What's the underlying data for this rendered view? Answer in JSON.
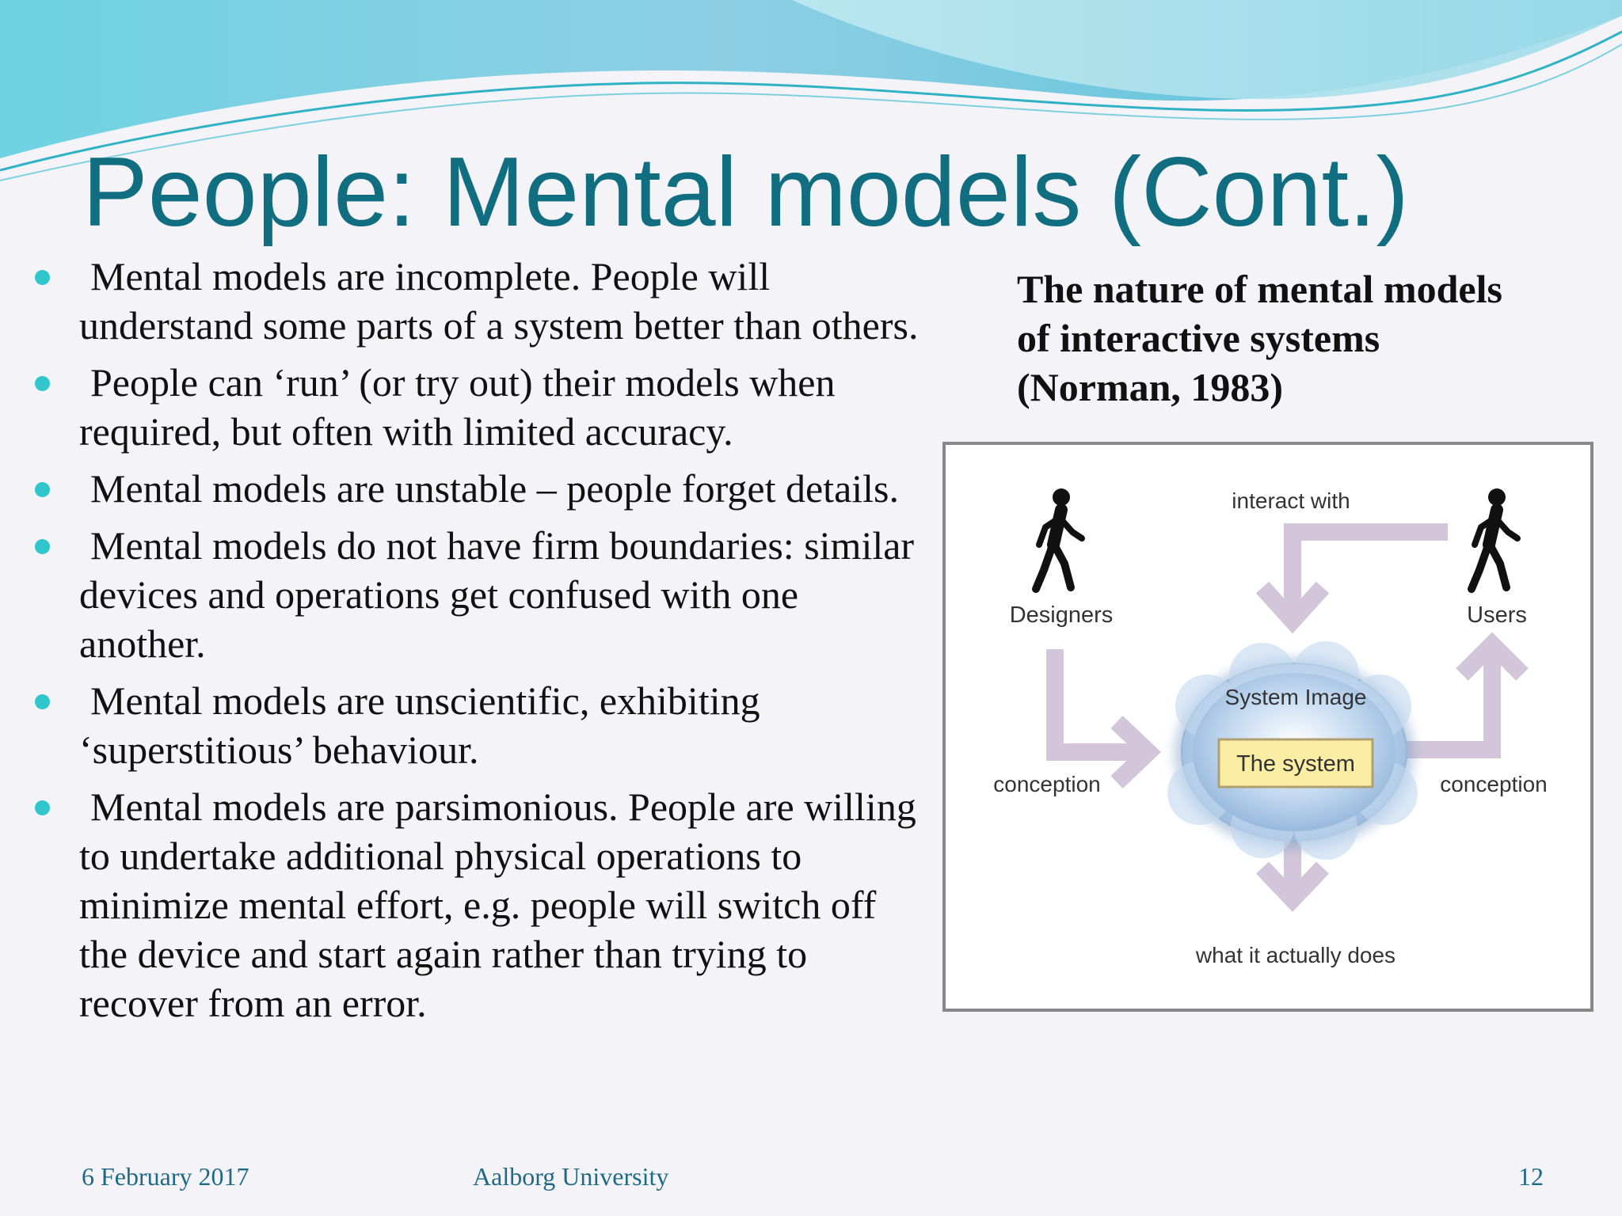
{
  "slide": {
    "title": "People: Mental models (Cont.)",
    "bullets": [
      "Mental models are incomplete. People will understand some parts of a system better than others.",
      "People can ‘run’ (or try out) their models when required, but often with limited accuracy.",
      "Mental models are unstable – people forget details.",
      "Mental models do not have firm boundaries: similar devices and operations get confused with one another.",
      "Mental models are unscientific, exhibiting ‘superstitious’ behaviour.",
      "Mental models are parsimonious. People are willing to undertake additional physical operations to minimize mental effort, e.g. people will switch off the device and start again rather than trying to recover from an error."
    ],
    "figure_caption": "The nature of mental models of interactive systems (Norman, 1983)"
  },
  "diagram": {
    "designers": "Designers",
    "users": "Users",
    "interact_with": "interact with",
    "system_image": "System Image",
    "the_system": "The system",
    "conception_left": "conception",
    "conception_right": "conception",
    "what_it_does": "what it actually does"
  },
  "footer": {
    "date": "6 February 2017",
    "organization": "Aalborg University",
    "page_number": "12"
  },
  "colors": {
    "title": "#116e80",
    "bullet_dot": "#2fc6cc",
    "footer_text": "#1e6a86",
    "arrow": "#d3c6da",
    "cloud": "#c3d9f0",
    "system_box": "#fbeea4"
  }
}
